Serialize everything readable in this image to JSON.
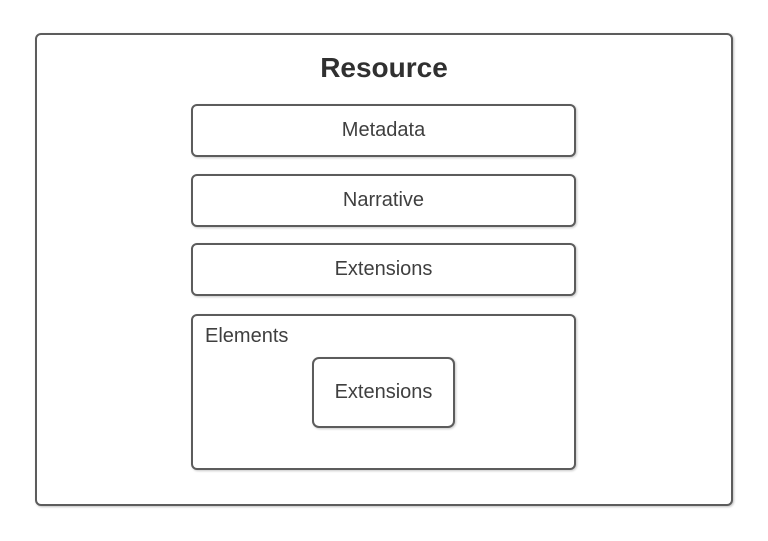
{
  "diagram": {
    "title": "Resource",
    "boxes": {
      "metadata": "Metadata",
      "narrative": "Narrative",
      "extensions": "Extensions",
      "elements": "Elements",
      "nested_extensions": "Extensions"
    },
    "colors": {
      "border": "#5c5c5c",
      "title_text": "#303030",
      "label_text": "#3f3f3f",
      "background": "#ffffff"
    }
  }
}
